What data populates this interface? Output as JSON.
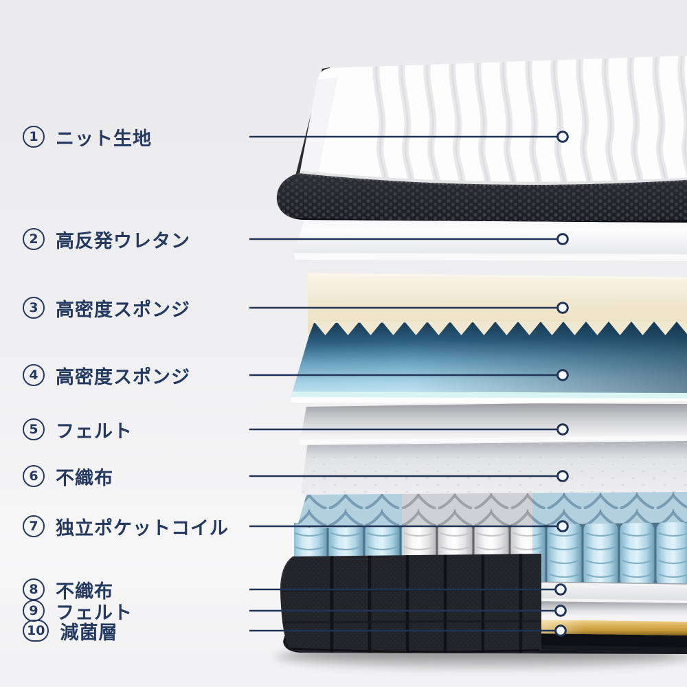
{
  "labels": [
    {
      "num": "1",
      "text": "ニット生地"
    },
    {
      "num": "2",
      "text": "高反発ウレタン"
    },
    {
      "num": "3",
      "text": "高密度スポンジ"
    },
    {
      "num": "4",
      "text": "高密度スポンジ"
    },
    {
      "num": "5",
      "text": "フェルト"
    },
    {
      "num": "6",
      "text": "不織布"
    },
    {
      "num": "7",
      "text": "独立ポケットコイル"
    },
    {
      "num": "8",
      "text": "不織布"
    },
    {
      "num": "9",
      "text": "フェルト"
    },
    {
      "num": "10",
      "text": "減菌層"
    }
  ],
  "colors": {
    "label_text": "#24395f",
    "leader_line": "#1f3357",
    "knit_top_white": "#fdfdfe",
    "side_band_black": "#232429",
    "urethane_white": "#f4f5f7",
    "sponge_cream": "#f0e6cd",
    "sponge_blue_dark": "#1c3e58",
    "sponge_blue_light": "#c6e7f4",
    "felt_gray": "#c6c7c9",
    "nonwoven_white": "#ededef",
    "coil_blue": "#b9dcea",
    "coil_white": "#f4f4f4",
    "base_fabric_black": "#26272b",
    "sterilization_gold": "#c79a3b"
  }
}
